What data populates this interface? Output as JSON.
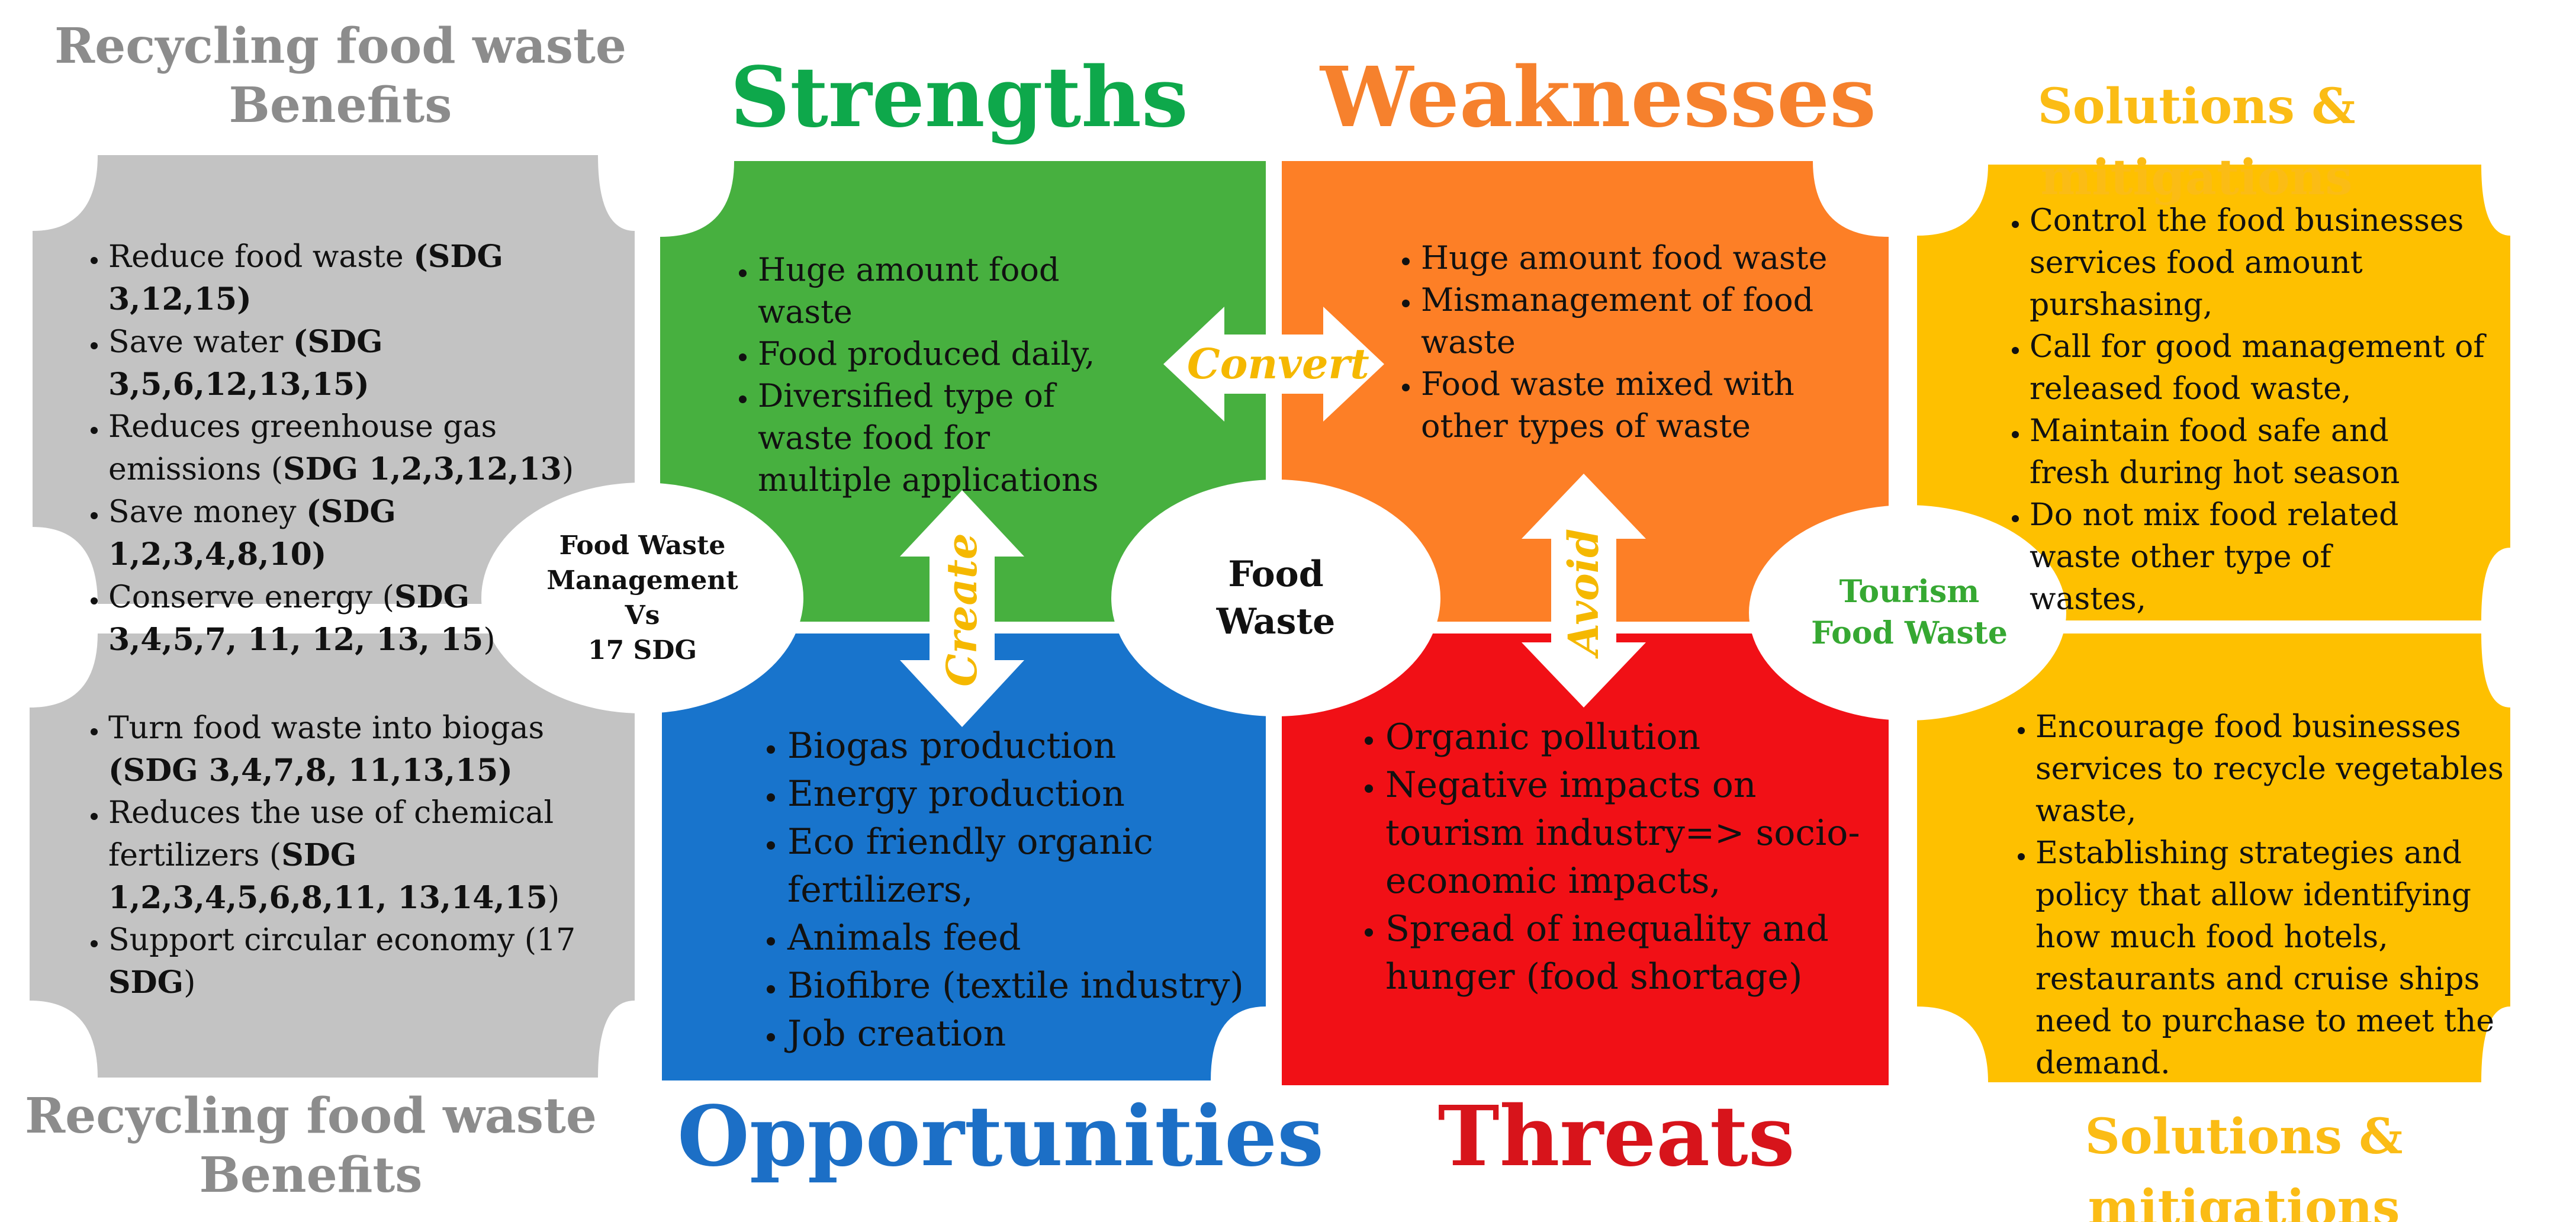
{
  "colors": {
    "gray": "#c3c3c3",
    "green": "#47b03f",
    "orange": "#fd7f26",
    "blue": "#1874cc",
    "red": "#f11016",
    "yellow": "#fec000",
    "heading_gray": "#8c8c8c",
    "heading_green": "#0ea84b",
    "heading_orange": "#f6812d",
    "heading_blue": "#1c6fc6",
    "heading_red": "#d7141b",
    "heading_yellow": "#fbbc15",
    "arrow_label": "#f5b800"
  },
  "headings": {
    "benefits_top": [
      "Recycling food waste",
      "Benefits"
    ],
    "benefits_bottom": [
      "Recycling food waste",
      "Benefits"
    ],
    "strengths": "Strengths",
    "weaknesses": "Weaknesses",
    "opportunities": "Opportunities",
    "threats": "Threats",
    "solutions_top": "Solutions & mitigations",
    "solutions_bottom": "Solutions & mitigations"
  },
  "benefits_top_items": [
    {
      "text": "Reduce food waste ",
      "bold": "(SDG 3,12,15)"
    },
    {
      "text": "Save water ",
      "bold": "(SDG 3,5,6,12,13,15)"
    },
    {
      "text": "Reduces greenhouse gas emissions (",
      "bold": "SDG 1,2,3,12,13",
      "after": ")"
    },
    {
      "text": "Save money ",
      "bold": "(SDG 1,2,3,4,8,10)"
    },
    {
      "text": "Conserve energy (",
      "bold": "SDG 3,4,5,7, 11, 12, 13, 15",
      "after": ")"
    }
  ],
  "benefits_bottom_items": [
    {
      "text": "Turn food waste into biogas ",
      "bold": "(SDG 3,4,7,8, 11,13,15)"
    },
    {
      "text": "Reduces the use of chemical fertilizers (",
      "bold": "SDG 1,2,3,4,5,6,8,11, 13,14,15",
      "after": ")"
    },
    {
      "text": "Support circular economy (17 ",
      "bold": "SDG",
      "after": ")"
    }
  ],
  "strengths_items": [
    "Huge amount food waste",
    "Food produced daily,",
    "Diversified type of waste food for multiple applications"
  ],
  "weaknesses_items": [
    "Huge amount food waste",
    "Mismanagement of food waste",
    "Food waste mixed with other types of waste"
  ],
  "opportunities_items": [
    "Biogas production",
    "Energy production",
    "Eco friendly  organic fertilizers,",
    "Animals feed",
    "Biofibre (textile industry)",
    "Job creation"
  ],
  "threats_items": [
    "Organic pollution",
    "Negative impacts on tourism industry=> socio-economic impacts,",
    "Spread of inequality and hunger (food shortage)"
  ],
  "solutions_top_items": [
    "Control the food businesses services food amount purshasing,",
    "Call for good management of released food waste,",
    "Maintain food safe and fresh during hot season",
    "Do not mix food related waste other type of wastes,"
  ],
  "solutions_bottom_items": [
    "Encourage food businesses services to recycle vegetables waste,",
    "Establishing strategies and policy that allow identifying how much food hotels, restaurants  and cruise ships need to purchase to meet the demand."
  ],
  "ovals": {
    "left": [
      "Food Waste",
      "Management",
      "Vs",
      "17 SDG"
    ],
    "center": [
      "Food",
      "Waste"
    ],
    "right": [
      "Tourism",
      "Food Waste"
    ]
  },
  "arrows": {
    "convert": "Convert",
    "create": "Create",
    "avoid": "Avoid"
  }
}
